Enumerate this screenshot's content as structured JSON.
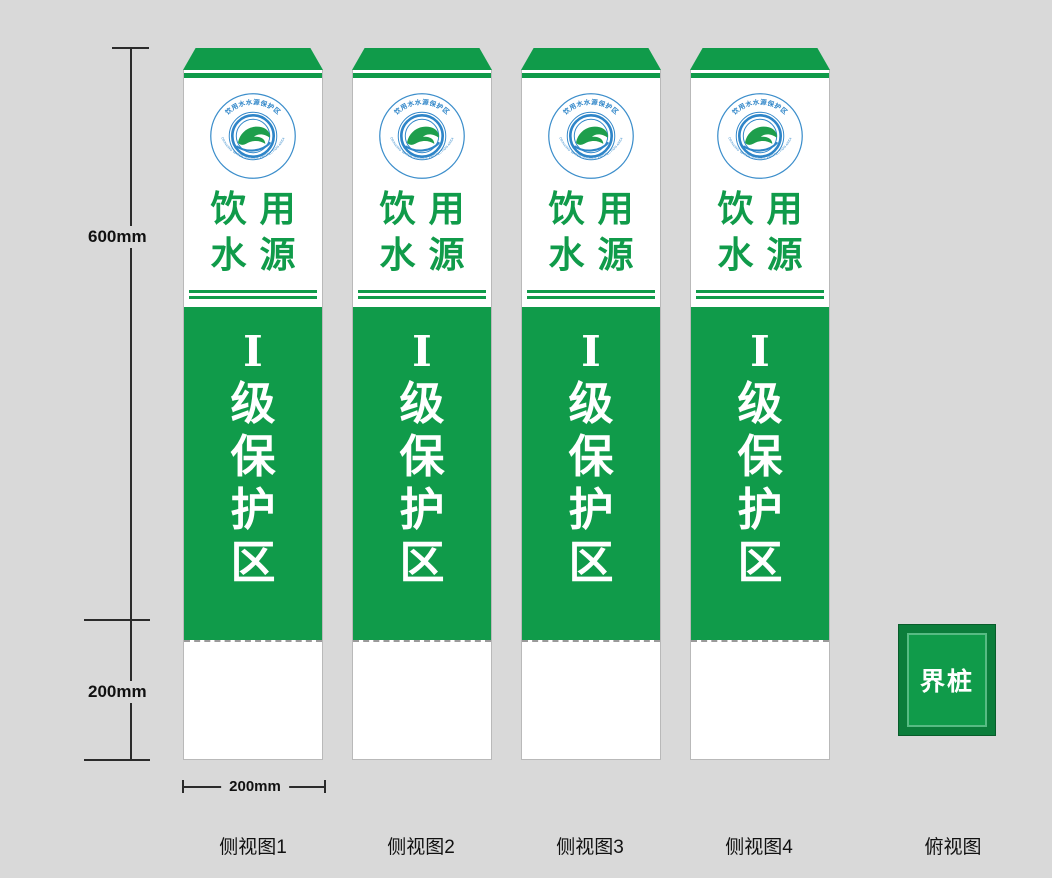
{
  "canvas": {
    "bg_color": "#d9d9d9"
  },
  "palette": {
    "green": "#109b4a",
    "dark_green": "#0b7d3b",
    "blue": "#2e85c8",
    "line": "#2b2b2b"
  },
  "pillar": {
    "logo": {
      "arc_top_text": "饮用水水源保护区",
      "arc_bottom_text": "DRINKING WATER SOURCE PROTECTION AREA"
    },
    "title_line1": "饮用",
    "title_line2": "水源",
    "zone_chars": [
      "Ⅰ",
      "级",
      "保",
      "护",
      "区"
    ]
  },
  "dimensions": {
    "height_600": "600mm",
    "height_200": "200mm",
    "width_200": "200mm"
  },
  "views": [
    {
      "label": "侧视图1"
    },
    {
      "label": "侧视图2"
    },
    {
      "label": "侧视图3"
    },
    {
      "label": "侧视图4"
    }
  ],
  "top_view": {
    "label": "俯视图",
    "marker_text": "界桩"
  }
}
